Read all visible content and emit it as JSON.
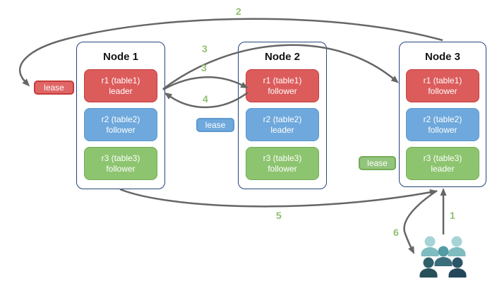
{
  "nodes": [
    {
      "title": "Node 1",
      "ranges": [
        {
          "name": "r1 (table1)",
          "role": "leader"
        },
        {
          "name": "r2 (table2)",
          "role": "follower"
        },
        {
          "name": "r3 (table3)",
          "role": "follower"
        }
      ]
    },
    {
      "title": "Node 2",
      "ranges": [
        {
          "name": "r1 (table1)",
          "role": "follower"
        },
        {
          "name": "r2 (table2)",
          "role": "leader"
        },
        {
          "name": "r3 (table3)",
          "role": "follower"
        }
      ]
    },
    {
      "title": "Node 3",
      "ranges": [
        {
          "name": "r1 (table1)",
          "role": "follower"
        },
        {
          "name": "r2 (table2)",
          "role": "follower"
        },
        {
          "name": "r3 (table3)",
          "role": "leader"
        }
      ]
    }
  ],
  "leases": [
    {
      "label": "lease",
      "color": "#E06666"
    },
    {
      "label": "lease",
      "color": "#6EA8DC"
    },
    {
      "label": "lease",
      "color": "#93C47D"
    }
  ],
  "steps": {
    "s1": "1",
    "s2": "2",
    "s3a": "3",
    "s3b": "3",
    "s4": "4",
    "s5": "5",
    "s6": "6"
  },
  "icons": {
    "users": "users-icon"
  },
  "colors": {
    "range_red": "#DC5B5B",
    "range_blue": "#6EA8DC",
    "range_green": "#8DC46F",
    "node_border": "#24457C",
    "arrow": "#666666",
    "step_label": "#8FBF72",
    "user_light_head": "#A6D4D6",
    "user_light_body": "#7FBCC0",
    "user_medium_head": "#539CA4",
    "user_medium_body": "#3C6D7A",
    "user_dark_left": "#306069",
    "user_dark_right": "#2D5568"
  }
}
